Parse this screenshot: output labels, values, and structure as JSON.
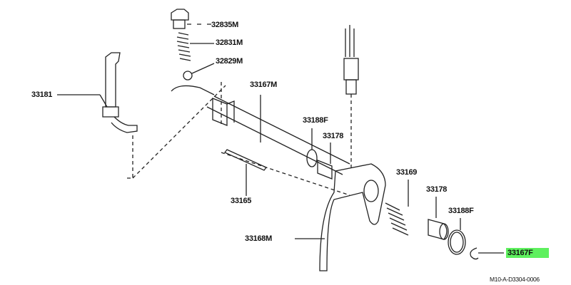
{
  "diagram": {
    "parts": [
      {
        "id": "p1",
        "label": "32835M"
      },
      {
        "id": "p2",
        "label": "32831M"
      },
      {
        "id": "p3",
        "label": "32829M"
      },
      {
        "id": "p4",
        "label": "33181"
      },
      {
        "id": "p5",
        "label": "33167M"
      },
      {
        "id": "p6",
        "label": "33188F"
      },
      {
        "id": "p7",
        "label": "33178"
      },
      {
        "id": "p8",
        "label": "33165"
      },
      {
        "id": "p9",
        "label": "33169"
      },
      {
        "id": "p10",
        "label": "33178"
      },
      {
        "id": "p11",
        "label": "33188F"
      },
      {
        "id": "p12",
        "label": "33168M"
      },
      {
        "id": "p13",
        "label": "33167F"
      }
    ],
    "highlighted_part": "33167F",
    "highlight_color": "#5ef05e",
    "drawing_code": "M10-A-D3304-0006"
  }
}
